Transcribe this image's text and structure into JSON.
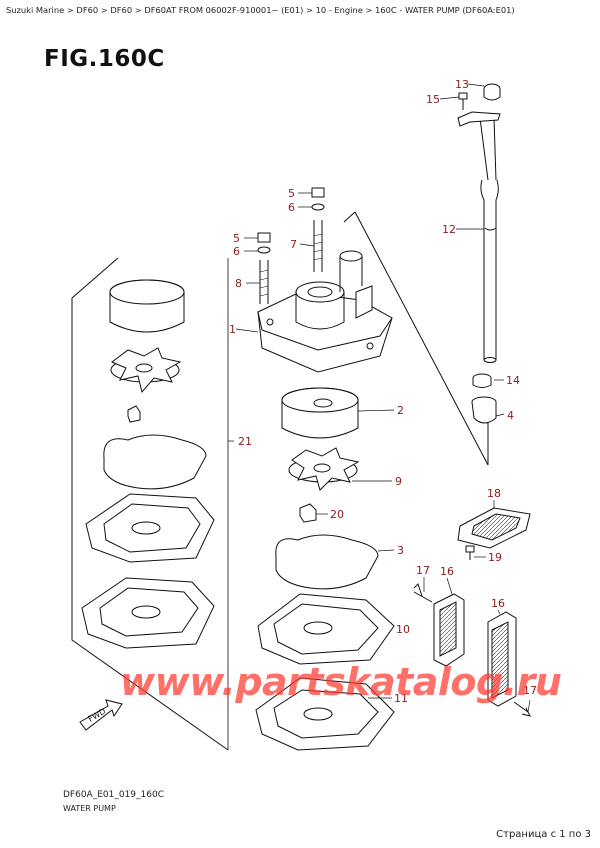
{
  "breadcrumb": "Suzuki Marine > DF60 > DF60 > DF60AT FROM 06002F-910001~ (E01) > 10 - Engine > 160C - WATER PUMP (DF60A:E01)",
  "figure_title": "FIG.160C",
  "figure_code": "DF60A_E01_019_160C",
  "caption": "WATER PUMP",
  "pager": "Страница с 1 по 3",
  "watermark": "www.partskatalog.ru",
  "fwd_label": "FWD",
  "colors": {
    "callout": "#8a1c1c",
    "watermark": "#ff3a2f",
    "line": "#111111"
  },
  "callouts": [
    {
      "id": "13",
      "label": "13"
    },
    {
      "id": "15",
      "label": "15"
    },
    {
      "id": "5a",
      "label": "5"
    },
    {
      "id": "6a",
      "label": "6"
    },
    {
      "id": "5b",
      "label": "5"
    },
    {
      "id": "6b",
      "label": "6"
    },
    {
      "id": "7",
      "label": "7"
    },
    {
      "id": "8",
      "label": "8"
    },
    {
      "id": "12",
      "label": "12"
    },
    {
      "id": "1",
      "label": "1"
    },
    {
      "id": "14",
      "label": "14"
    },
    {
      "id": "4",
      "label": "4"
    },
    {
      "id": "2",
      "label": "2"
    },
    {
      "id": "21",
      "label": "21"
    },
    {
      "id": "9",
      "label": "9"
    },
    {
      "id": "18",
      "label": "18"
    },
    {
      "id": "20",
      "label": "20"
    },
    {
      "id": "19",
      "label": "19"
    },
    {
      "id": "3",
      "label": "3"
    },
    {
      "id": "17a",
      "label": "17"
    },
    {
      "id": "16a",
      "label": "16"
    },
    {
      "id": "16b",
      "label": "16"
    },
    {
      "id": "10",
      "label": "10"
    },
    {
      "id": "17b",
      "label": "17"
    },
    {
      "id": "11",
      "label": "11"
    }
  ]
}
